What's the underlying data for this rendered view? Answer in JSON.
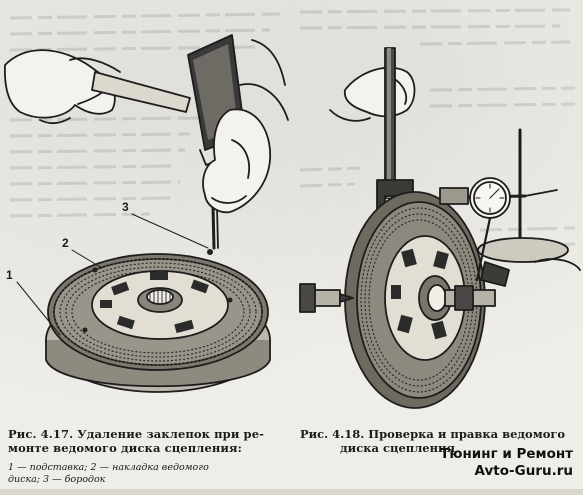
{
  "figures": {
    "left": {
      "caption_line1": "Рис. 4.17. Удаление заклепок при ре-",
      "caption_line2": "монте ведомого диска сцепления:",
      "legend_line1": "1 — подставка; 2 — накладка ведомого",
      "legend_line2": "диска; 3 — бородок",
      "callouts": [
        "1",
        "2",
        "3"
      ]
    },
    "right": {
      "caption_line1": "Рис. 4.18. Проверка и правка ведомого",
      "caption_line2": "диска сцепления"
    }
  },
  "watermark": {
    "line1": "Тюнинг и Ремонт",
    "line2": "Avto-Guru.ru"
  }
}
